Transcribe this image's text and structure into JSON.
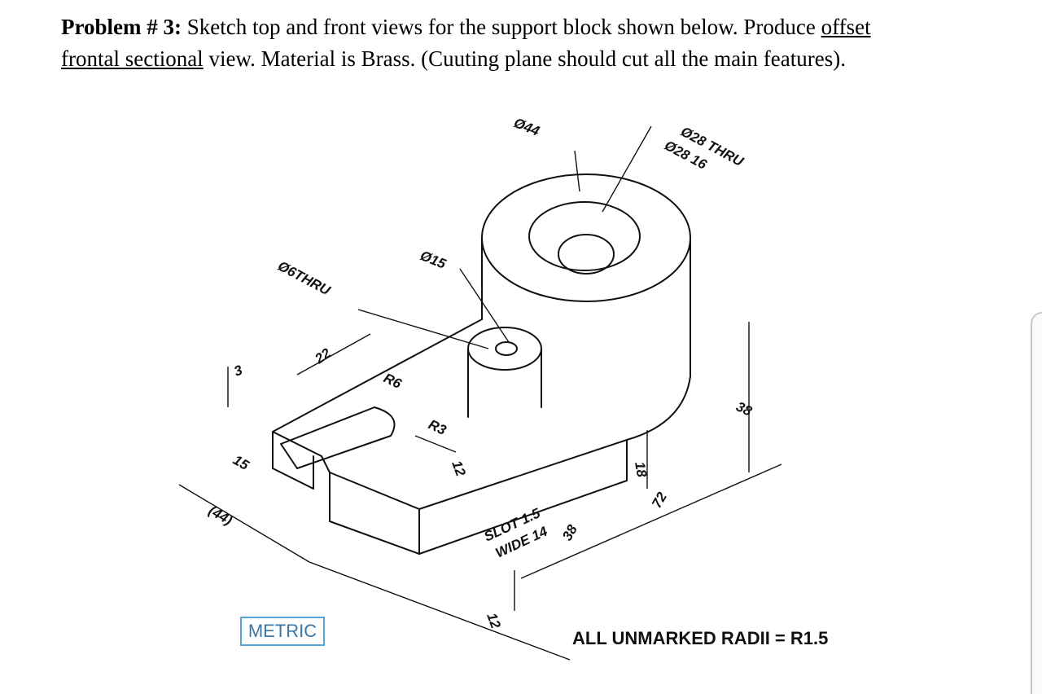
{
  "problem": {
    "number": "Problem # 3:",
    "text1": " Sketch top and front views for the support block shown below. Produce ",
    "underlined1": "offset",
    "underlined2": "frontal sectional",
    "text2": " view. Material is Brass. (Cuuting plane should cut all the main features)."
  },
  "dimensions": {
    "d44": "Ø44",
    "d28thru": "Ø28 THRU",
    "d28_16": "Ø28 16",
    "d15": "Ø15",
    "d6thru": "Ø6THRU",
    "d3": "3",
    "d22": "22",
    "r6": "R6",
    "r3": "R3",
    "d12a": "12",
    "d15b": "15",
    "d44p": "(44)",
    "d18": "18",
    "d38": "38",
    "d72": "72",
    "d38b": "38",
    "slot_line1": "SLOT 1.5",
    "slot_line2": "WIDE 14",
    "d12b": "12"
  },
  "badge": "METRIC",
  "note": "ALL UNMARKED RADII = R1.5",
  "colors": {
    "badge_border": "#56a6d6",
    "badge_text": "#3b78a8"
  }
}
